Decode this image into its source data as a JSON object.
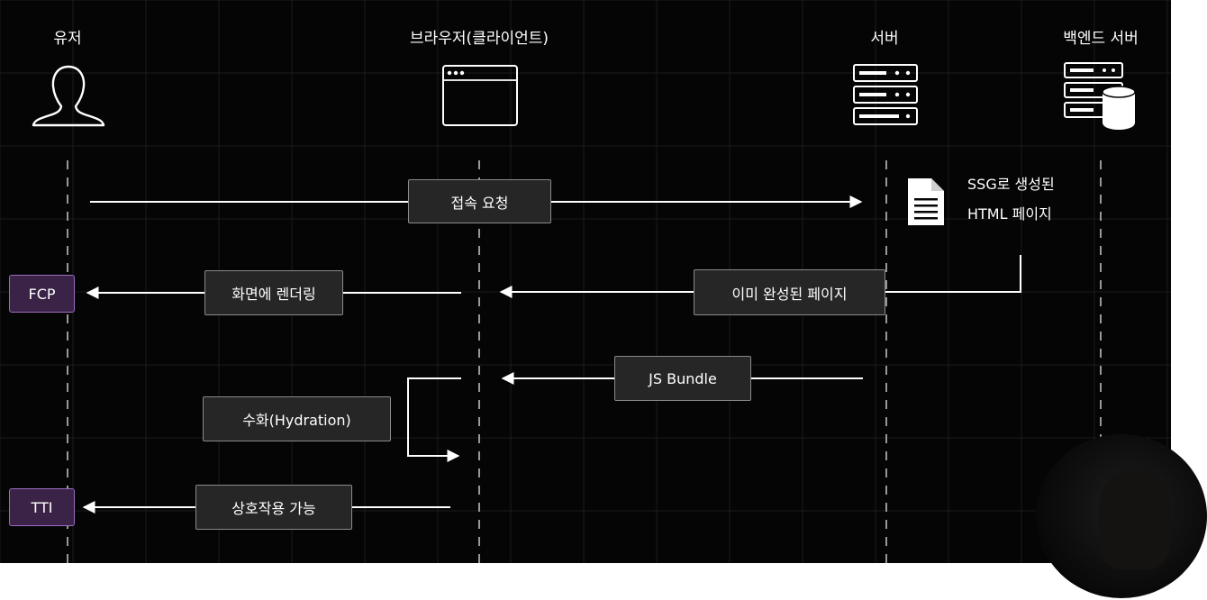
{
  "actors": {
    "user": "유저",
    "browser": "브라우저(클라이언트)",
    "server": "서버",
    "backend": "백엔드 서버"
  },
  "messages": {
    "connect_request": "접속 요청",
    "render_screen": "화면에 렌더링",
    "prebuilt_page": "이미 완성된 페이지",
    "js_bundle": "JS Bundle",
    "hydration": "수화(Hydration)",
    "interactive": "상호작용 가능"
  },
  "metrics": {
    "fcp": "FCP",
    "tti": "TTI"
  },
  "note": {
    "line1": "SSG로 생성된",
    "line2": "HTML 페이지"
  },
  "icons": {
    "user": "user-silhouette-icon",
    "browser": "browser-window-icon",
    "server": "server-rack-icon",
    "backend": "server-database-icon",
    "document": "document-icon"
  },
  "colors": {
    "background": "#050505",
    "message_fill": "#262626",
    "message_border": "#8a8a8a",
    "metric_fill": "#3a2346",
    "metric_border": "#9b6cc2"
  }
}
